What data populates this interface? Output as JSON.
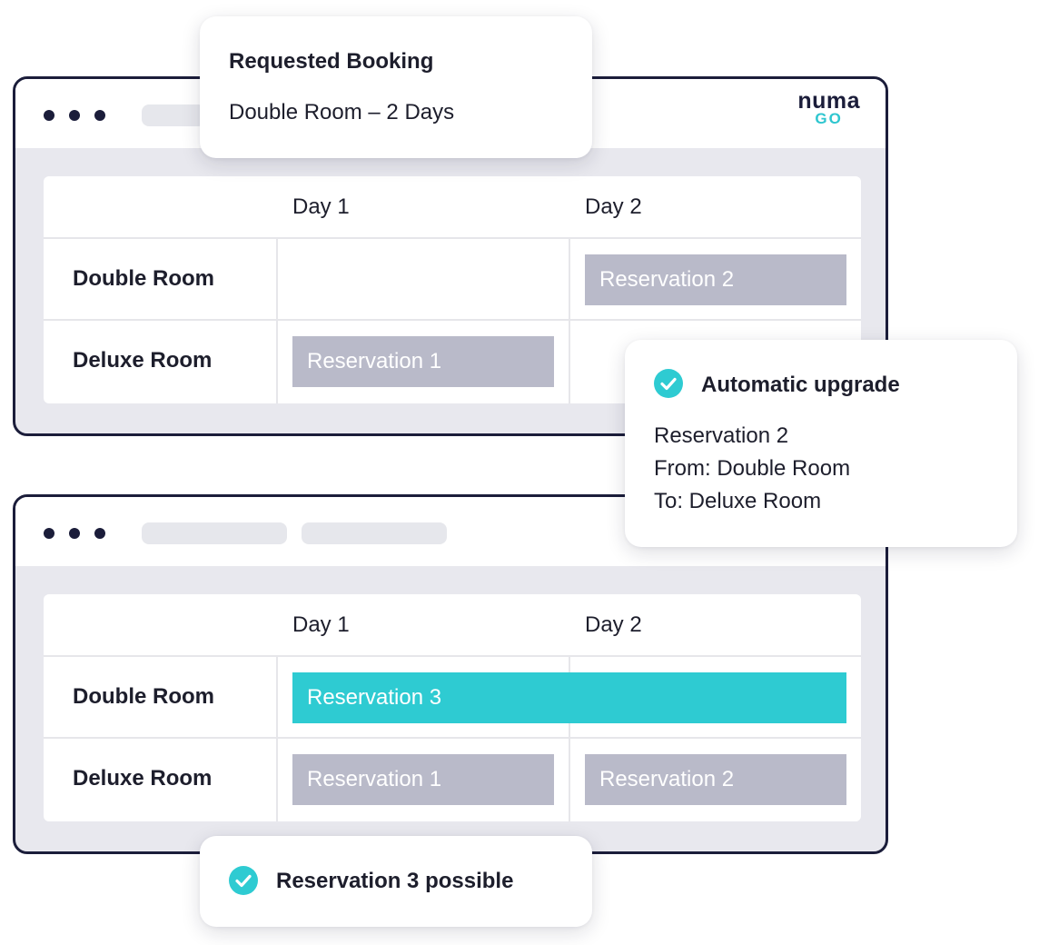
{
  "brand": {
    "logo_line1": "numa",
    "logo_line2": "GO",
    "accent_color": "#2ecbd2"
  },
  "requested_booking": {
    "title": "Requested Booking",
    "detail": "Double Room – 2 Days"
  },
  "calendar_before": {
    "columns": [
      "Day 1",
      "Day 2"
    ],
    "rows": [
      "Double Room",
      "Deluxe Room"
    ],
    "reservations": [
      {
        "label": "Reservation 2",
        "room": "Double Room",
        "days": "Day 2"
      },
      {
        "label": "Reservation 1",
        "room": "Deluxe Room",
        "days": "Day 1"
      }
    ]
  },
  "upgrade_notice": {
    "title": "Automatic upgrade",
    "line1": "Reservation 2",
    "line2": "From: Double Room",
    "line3": "To: Deluxe Room"
  },
  "calendar_after": {
    "columns": [
      "Day 1",
      "Day 2"
    ],
    "rows": [
      "Double Room",
      "Deluxe Room"
    ],
    "reservations": [
      {
        "label": "Reservation 3",
        "room": "Double Room",
        "days": "Day 1–Day 2"
      },
      {
        "label": "Reservation 1",
        "room": "Deluxe Room",
        "days": "Day 1"
      },
      {
        "label": "Reservation 2",
        "room": "Deluxe Room",
        "days": "Day 2"
      }
    ]
  },
  "result_notice": {
    "title": "Reservation 3 possible"
  }
}
